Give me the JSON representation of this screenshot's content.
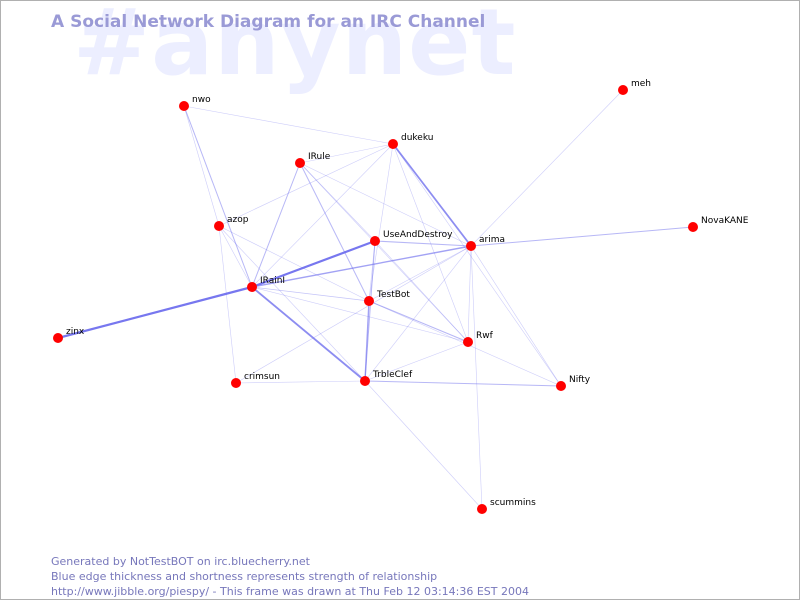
{
  "watermark": "#anynet",
  "title": "A Social Network Diagram for an IRC Channel",
  "footer": {
    "line1": "Generated by NotTestBOT on irc.bluecherry.net",
    "line2": "Blue edge thickness and shortness represents strength of relationship",
    "line3": "http://www.jibble.org/piespy/ - This frame was drawn at Thu Feb 12 03:14:36 EST 2004"
  },
  "colors": {
    "node": "#ff0000",
    "edge": "#7070ee",
    "title": "#9a9ad6",
    "watermark": "#eceeff",
    "footer": "#7777bb"
  },
  "nodes": [
    {
      "id": "nwo",
      "label": "nwo"
    },
    {
      "id": "meh",
      "label": "meh"
    },
    {
      "id": "dukeku",
      "label": "dukeku"
    },
    {
      "id": "IRule",
      "label": "IRule"
    },
    {
      "id": "azop",
      "label": "azop"
    },
    {
      "id": "UseAndDestroy",
      "label": "UseAndDestroy"
    },
    {
      "id": "arima",
      "label": "arima"
    },
    {
      "id": "NovaKANE",
      "label": "NovaKANE"
    },
    {
      "id": "IRainI",
      "label": "IRainI"
    },
    {
      "id": "TestBot",
      "label": "TestBot"
    },
    {
      "id": "zinx",
      "label": "zinx"
    },
    {
      "id": "Rwf",
      "label": "Rwf"
    },
    {
      "id": "crimsun",
      "label": "crimsun"
    },
    {
      "id": "TrbleClef",
      "label": "TrbleClef"
    },
    {
      "id": "Nifty",
      "label": "Nifty"
    },
    {
      "id": "scummins",
      "label": "scummins"
    }
  ],
  "edges": [
    {
      "source": "zinx",
      "target": "IRainI",
      "strength": 3
    },
    {
      "source": "IRainI",
      "target": "UseAndDestroy",
      "strength": 3
    },
    {
      "source": "IRainI",
      "target": "TrbleClef",
      "strength": 2.5
    },
    {
      "source": "dukeku",
      "target": "arima",
      "strength": 2.5
    },
    {
      "source": "IRainI",
      "target": "arima",
      "strength": 2
    },
    {
      "source": "UseAndDestroy",
      "target": "arima",
      "strength": 1.5
    },
    {
      "source": "IRainI",
      "target": "IRule",
      "strength": 1.5
    },
    {
      "source": "nwo",
      "target": "IRainI",
      "strength": 1.5
    },
    {
      "source": "TestBot",
      "target": "TrbleClef",
      "strength": 2
    },
    {
      "source": "IRule",
      "target": "TestBot",
      "strength": 1.5
    },
    {
      "source": "arima",
      "target": "NovaKANE",
      "strength": 1.5
    },
    {
      "source": "TestBot",
      "target": "Rwf",
      "strength": 1.5
    },
    {
      "source": "TrbleClef",
      "target": "Nifty",
      "strength": 1.5
    },
    {
      "source": "UseAndDestroy",
      "target": "TrbleClef",
      "strength": 1.5
    },
    {
      "source": "IRainI",
      "target": "TestBot",
      "strength": 1.2
    },
    {
      "source": "nwo",
      "target": "dukeku",
      "strength": 1
    },
    {
      "source": "nwo",
      "target": "azop",
      "strength": 1
    },
    {
      "source": "azop",
      "target": "dukeku",
      "strength": 1
    },
    {
      "source": "azop",
      "target": "IRainI",
      "strength": 1
    },
    {
      "source": "azop",
      "target": "crimsun",
      "strength": 1
    },
    {
      "source": "azop",
      "target": "TestBot",
      "strength": 1
    },
    {
      "source": "azop",
      "target": "TrbleClef",
      "strength": 1
    },
    {
      "source": "IRule",
      "target": "dukeku",
      "strength": 1
    },
    {
      "source": "IRule",
      "target": "arima",
      "strength": 1
    },
    {
      "source": "IRule",
      "target": "Rwf",
      "strength": 1
    },
    {
      "source": "IRule",
      "target": "UseAndDestroy",
      "strength": 1
    },
    {
      "source": "dukeku",
      "target": "IRainI",
      "strength": 1
    },
    {
      "source": "dukeku",
      "target": "TestBot",
      "strength": 1
    },
    {
      "source": "dukeku",
      "target": "Rwf",
      "strength": 1
    },
    {
      "source": "dukeku",
      "target": "Nifty",
      "strength": 1
    },
    {
      "source": "UseAndDestroy",
      "target": "Rwf",
      "strength": 1
    },
    {
      "source": "UseAndDestroy",
      "target": "TestBot",
      "strength": 1
    },
    {
      "source": "arima",
      "target": "meh",
      "strength": 1
    },
    {
      "source": "arima",
      "target": "TestBot",
      "strength": 1
    },
    {
      "source": "arima",
      "target": "Rwf",
      "strength": 1
    },
    {
      "source": "arima",
      "target": "Nifty",
      "strength": 1
    },
    {
      "source": "arima",
      "target": "scummins",
      "strength": 1
    },
    {
      "source": "arima",
      "target": "crimsun",
      "strength": 1
    },
    {
      "source": "arima",
      "target": "TrbleClef",
      "strength": 1
    },
    {
      "source": "IRainI",
      "target": "Rwf",
      "strength": 1
    },
    {
      "source": "TestBot",
      "target": "Nifty",
      "strength": 1
    },
    {
      "source": "Rwf",
      "target": "TrbleClef",
      "strength": 1
    },
    {
      "source": "crimsun",
      "target": "TrbleClef",
      "strength": 1
    },
    {
      "source": "TrbleClef",
      "target": "scummins",
      "strength": 1
    }
  ]
}
